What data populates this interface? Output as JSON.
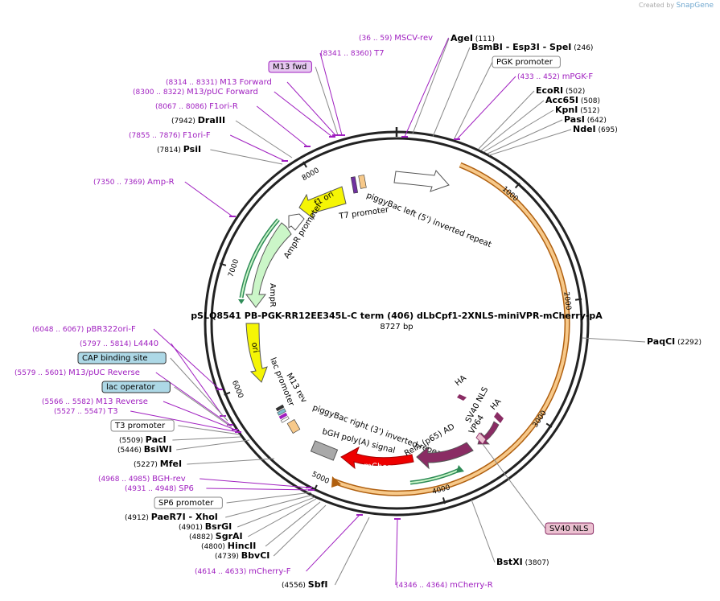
{
  "brand": {
    "created_by": "Created by",
    "name": "SnapGene"
  },
  "map": {
    "name": "pSLQ8541 PB-PGK-RR12EE345L-C term (406) dLbCpf1-2XNLS-miniVPR-mCherry-pA",
    "size": "8727 bp",
    "total_bp": 8727
  },
  "colors": {
    "backbone": "#222222",
    "enzyme_line": "#999999",
    "primer": "#a020c0",
    "orange_feature": "#f7c98a",
    "orange_border": "#b06010",
    "green_arrow": "#cbf6c8",
    "green_border": "#2e8b57",
    "yellow": "#f5f505",
    "purple": "#8a2c64",
    "red": "#ee0000",
    "gray_box": "#a9a9a9",
    "teal_box": "#add8e6",
    "pink_box": "#ebc0d0"
  },
  "ticks": [
    {
      "label": "1000",
      "bp": 1000
    },
    {
      "label": "2000",
      "bp": 2000
    },
    {
      "label": "3000",
      "bp": 3000
    },
    {
      "label": "4000",
      "bp": 4000
    },
    {
      "label": "5000",
      "bp": 5000
    },
    {
      "label": "6000",
      "bp": 6000
    },
    {
      "label": "7000",
      "bp": 7000
    },
    {
      "label": "8000",
      "bp": 8000
    }
  ],
  "labels": [
    {
      "kind": "primer",
      "name": "MSCV-rev",
      "range": "(36 .. 59)"
    },
    {
      "kind": "primer",
      "name": "T7",
      "range": "(8341 .. 8360)"
    },
    {
      "kind": "boxed",
      "name": "M13 fwd",
      "style": "purple"
    },
    {
      "kind": "primer",
      "name": "M13 Forward",
      "range": "(8314 .. 8331)"
    },
    {
      "kind": "primer",
      "name": "M13/pUC Forward",
      "range": "(8300 .. 8322)"
    },
    {
      "kind": "primer",
      "name": "F1ori-R",
      "range": "(8067 .. 8086)"
    },
    {
      "kind": "enzyme",
      "name": "DraIII",
      "pos": "(7942)"
    },
    {
      "kind": "primer",
      "name": "F1ori-F",
      "range": "(7855 .. 7876)"
    },
    {
      "kind": "enzyme",
      "name": "PsiI",
      "pos": "(7814)"
    },
    {
      "kind": "primer",
      "name": "Amp-R",
      "range": "(7350 .. 7369)"
    },
    {
      "kind": "primer",
      "name": "pBR322ori-F",
      "range": "(6048 .. 6067)"
    },
    {
      "kind": "primer",
      "name": "L4440",
      "range": "(5797 .. 5814)"
    },
    {
      "kind": "boxed",
      "name": "CAP binding site",
      "style": "teal"
    },
    {
      "kind": "primer",
      "name": "M13/pUC Reverse",
      "range": "(5579 .. 5601)"
    },
    {
      "kind": "boxed",
      "name": "lac operator",
      "style": "teal"
    },
    {
      "kind": "primer",
      "name": "M13 Reverse",
      "range": "(5566 .. 5582)"
    },
    {
      "kind": "primer",
      "name": "T3",
      "range": "(5527 .. 5547)"
    },
    {
      "kind": "boxed",
      "name": "T3 promoter",
      "style": "white"
    },
    {
      "kind": "enzyme",
      "name": "PacI",
      "pos": "(5509)"
    },
    {
      "kind": "enzyme",
      "name": "BsiWI",
      "pos": "(5446)"
    },
    {
      "kind": "enzyme",
      "name": "MfeI",
      "pos": "(5227)"
    },
    {
      "kind": "primer",
      "name": "BGH-rev",
      "range": "(4968 .. 4985)"
    },
    {
      "kind": "primer",
      "name": "SP6",
      "range": "(4931 .. 4948)"
    },
    {
      "kind": "boxed",
      "name": "SP6 promoter",
      "style": "white"
    },
    {
      "kind": "enzyme",
      "name": "PaeR7I",
      "pos": "(4912)",
      "alt": "XhoI"
    },
    {
      "kind": "enzyme",
      "name": "BsrGI",
      "pos": "(4901)"
    },
    {
      "kind": "enzyme",
      "name": "SgrAI",
      "pos": "(4882)"
    },
    {
      "kind": "enzyme",
      "name": "HincII",
      "pos": "(4800)"
    },
    {
      "kind": "enzyme",
      "name": "BbvCI",
      "pos": "(4739)"
    },
    {
      "kind": "primer",
      "name": "mCherry-F",
      "range": "(4614 .. 4633)"
    },
    {
      "kind": "enzyme",
      "name": "SbfI",
      "pos": "(4556)"
    },
    {
      "kind": "primer",
      "name": "mCherry-R",
      "range": "(4346 .. 4364)"
    },
    {
      "kind": "enzyme",
      "name": "AgeI",
      "pos": "(111)"
    },
    {
      "kind": "enzyme",
      "name": "BsmBI",
      "pos": "(246)",
      "alt": "Esp3I",
      "alt2": "SpeI"
    },
    {
      "kind": "boxed",
      "name": "PGK promoter",
      "style": "white"
    },
    {
      "kind": "primer",
      "name": "mPGK-F",
      "range": "(433 .. 452)"
    },
    {
      "kind": "enzyme",
      "name": "EcoRI",
      "pos": "(502)"
    },
    {
      "kind": "enzyme",
      "name": "Acc65I",
      "pos": "(508)"
    },
    {
      "kind": "enzyme",
      "name": "KpnI",
      "pos": "(512)"
    },
    {
      "kind": "enzyme",
      "name": "PasI",
      "pos": "(642)"
    },
    {
      "kind": "enzyme",
      "name": "NdeI",
      "pos": "(695)"
    },
    {
      "kind": "enzyme",
      "name": "PaqCI",
      "pos": "(2292)"
    },
    {
      "kind": "enzyme",
      "name": "BstXI",
      "pos": "(3807)"
    },
    {
      "kind": "boxed",
      "name": "SV40 NLS",
      "style": "pink"
    }
  ],
  "features": [
    {
      "name": "piggyBac left (5') inverted repeat"
    },
    {
      "name": "T7 promoter"
    },
    {
      "name": "f1 ori"
    },
    {
      "name": "AmpR promoter"
    },
    {
      "name": "AmpR"
    },
    {
      "name": "ori"
    },
    {
      "name": "lac promoter"
    },
    {
      "name": "M13 rev"
    },
    {
      "name": "piggyBac right (3') inverted repeat"
    },
    {
      "name": "bGH poly(A) signal"
    },
    {
      "name": "mCherry"
    },
    {
      "name": "RelA (p65) AD"
    },
    {
      "name": "VP64"
    },
    {
      "name": "SV40 NLS"
    },
    {
      "name": "HA"
    },
    {
      "name": "HA"
    },
    {
      "name": "HA"
    }
  ]
}
